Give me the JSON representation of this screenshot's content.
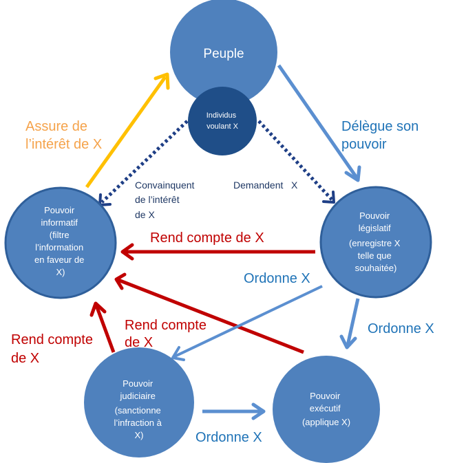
{
  "nodes": {
    "peuple": {
      "lines": [
        "Peuple"
      ]
    },
    "individus": {
      "lines": [
        "Individus",
        "voulant X"
      ]
    },
    "informatif": {
      "lines": [
        "Pouvoir",
        "informatif",
        "(filtre",
        "l’information",
        "en faveur de",
        "X)"
      ]
    },
    "legislatif": {
      "lines": [
        "Pouvoir",
        "législatif",
        "(enregistre X",
        "telle que",
        "souhaitée)"
      ]
    },
    "judiciaire": {
      "lines": [
        "Pouvoir",
        "judiciaire",
        "(sanctionne",
        "l’infraction à",
        "X)"
      ]
    },
    "executif": {
      "lines": [
        "Pouvoir",
        "exécutif",
        "(applique X)"
      ]
    }
  },
  "labels": {
    "assure": [
      "Assure de",
      "l’intérêt de X"
    ],
    "delegue": [
      "Délègue son",
      "pouvoir"
    ],
    "convainquent": [
      "Convainquent",
      "de l’intérêt",
      "de  X"
    ],
    "demandent": [
      "Demandent   X"
    ],
    "rend_compte_leg": [
      "Rend compte de X"
    ],
    "ordonne_jud": [
      "Ordonne X"
    ],
    "ordonne_exe": [
      "Ordonne X"
    ],
    "ordonne_bottom": [
      "Ordonne X"
    ],
    "rend_compte_exe": [
      "Rend compte",
      "de X"
    ],
    "rend_compte_jud": [
      "Rend compte",
      "de X"
    ]
  },
  "colors": {
    "node_fill": "#4f81bd",
    "node_stroke": "#3a6aa6",
    "node_dark": "#1f4e88",
    "label_blue": "#1f73b7",
    "label_red": "#c00000",
    "label_orange": "#f5a34b",
    "label_dark": "#1f3864",
    "arrow_blue": "#5b8fd0",
    "arrow_dark": "#1f3f86",
    "arrow_red": "#c00000",
    "arrow_yellow": "#ffc000"
  }
}
